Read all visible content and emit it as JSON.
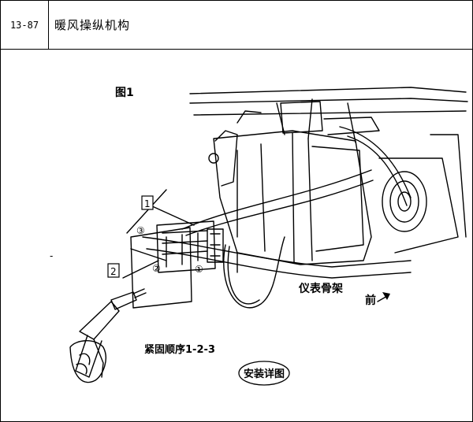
{
  "header": {
    "code": "13-87",
    "title": "暖风操纵机构"
  },
  "figure": {
    "label": "图1",
    "callouts": [
      "1",
      "2"
    ],
    "circled": [
      "①",
      "②",
      "③"
    ],
    "dash_mark": "-",
    "dashboard_frame": "仪表骨架",
    "front": "前",
    "tighten_order": "紧固顺序1-2-3",
    "install_detail": "安装详图"
  }
}
